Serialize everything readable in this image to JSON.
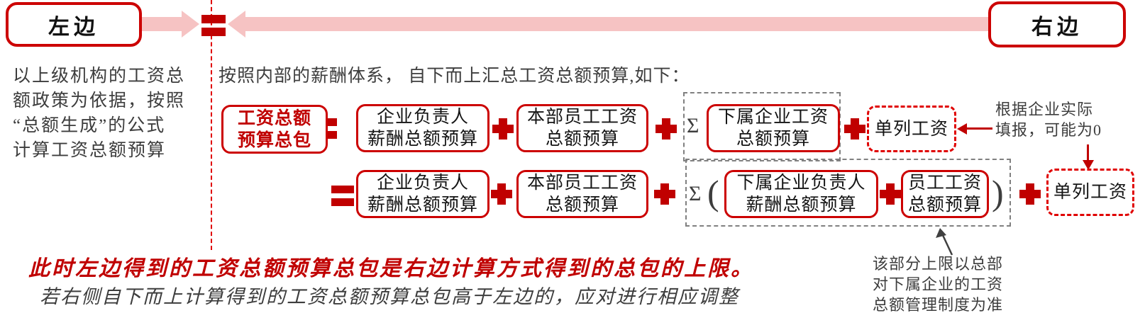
{
  "colors": {
    "red": "#c00000",
    "border_red": "#cc0000",
    "dash_red": "#e00000",
    "pink": "#f6c3c3",
    "gray_text": "#3d3d3d",
    "dash_gray": "#808080"
  },
  "header": {
    "left_label": "左边",
    "right_label": "右边"
  },
  "left_note": "以上级机构的工资总\n额政策为依据，按照\n“总额生成”的公式\n计算工资总额预算",
  "right_intro": "按照内部的薪酬体系， 自下而上汇总工资总额预算,如下：",
  "operators": {
    "plus": "+",
    "equals": "="
  },
  "formula": {
    "result_box": "工资总额\n预算总包",
    "row1": {
      "box1": "企业负责人\n薪酬总额预算",
      "box2": "本部员工工资\n总额预算",
      "sigma": "Σ",
      "box3": "下属企业工资\n总额预算",
      "box4": "单列工资"
    },
    "row2": {
      "box1": "企业负责人\n薪酬总额预算",
      "box2": "本部员工工资\n总额预算",
      "sigma": "Σ",
      "paren_open": "(",
      "paren_close": ")",
      "box3": "下属企业负责人\n薪酬总额预算",
      "box4": "员工工资\n总额预算",
      "box5": "单列工资"
    }
  },
  "annotations": {
    "right_note": "根据企业实际\n填报，可能为0",
    "bottom_right_note": "该部分上限以总部\n对下属企业的工资\n总额管理制度为准",
    "red_conclusion": "此时左边得到的工资总额预算总包是右边计算方式得到的总包的上限。",
    "gray_conclusion": "若右侧自下而上计算得到的工资总额预算总包高于左边的，应对进行相应调整"
  }
}
